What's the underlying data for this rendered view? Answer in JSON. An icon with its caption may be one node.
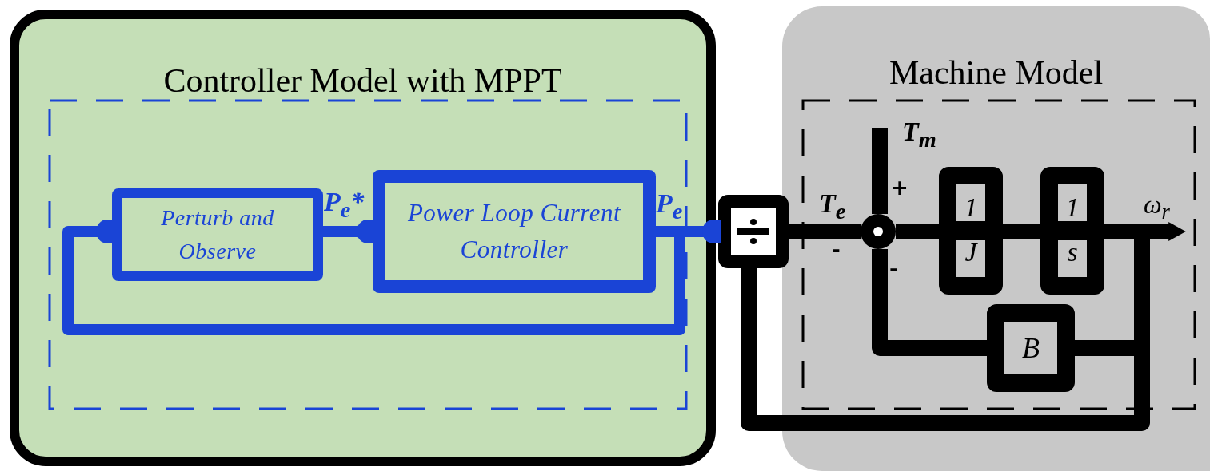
{
  "diagram": {
    "nodes": [
      {
        "text": [
          "Controller Model with MPPT"
        ]
      },
      {
        "text": [
          "Machine Model"
        ]
      },
      {
        "text": [
          "Perturb and Observe"
        ],
        "in": 0
      },
      {
        "text": [
          "Power Loop Current Controller"
        ],
        "in": 0
      },
      {
        "text": [],
        "shape": "box"
      },
      {
        "text": [],
        "shape": "circle",
        "in": 1
      },
      {
        "text": [
          "1",
          "J"
        ],
        "in": 1
      },
      {
        "text": [
          "1",
          "s"
        ],
        "in": 1
      },
      {
        "text": [
          "B"
        ],
        "in": 1
      }
    ],
    "edges": [
      {
        "from": 2,
        "to": 3,
        "arrow": "other",
        "label": "P$_{e}$*",
        "color": "#1a44d6"
      },
      {
        "from": 3,
        "to": 4,
        "arrow": "other",
        "label": "P$_{e}$",
        "color": "#1a44d6"
      },
      {
        "from": 3,
        "to": 2,
        "arrow": "other",
        "color": "#1a44d6"
      },
      {
        "from": 4,
        "to": 5,
        "arrow": "none",
        "label": "T$_{e}$"
      },
      {
        "from": null,
        "to": 5,
        "arrow": "none",
        "label": "T$_{m}$"
      },
      {
        "from": 5,
        "to": 6,
        "arrow": "none"
      },
      {
        "from": 6,
        "to": 7,
        "arrow": "none"
      },
      {
        "from": 7,
        "to": null,
        "arrow": "to",
        "label": "ω$_{r}$"
      },
      {
        "from": 7,
        "to": 8,
        "arrow": "none"
      },
      {
        "from": 8,
        "to": 5,
        "arrow": "none"
      },
      {
        "from": 7,
        "to": 4,
        "arrow": "none"
      }
    ],
    "labels": [
      "+",
      "-",
      "-"
    ]
  }
}
